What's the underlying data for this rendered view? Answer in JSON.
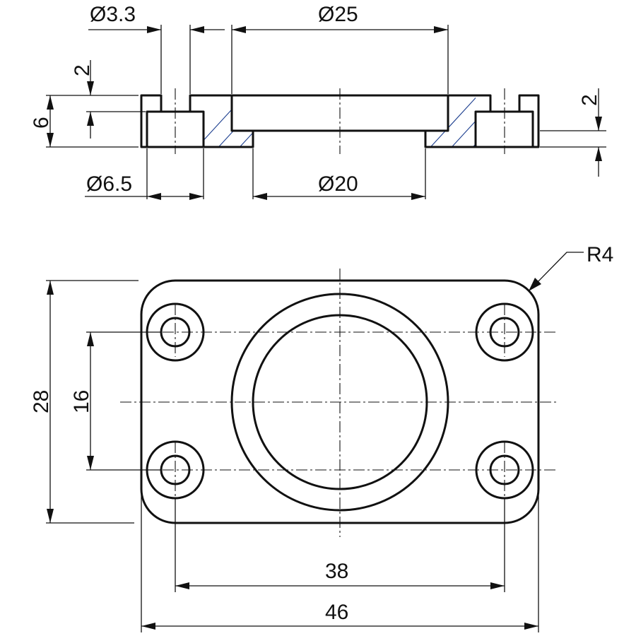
{
  "drawing": {
    "section_view": {
      "counterbore_hole_diameter": "Ø3.3",
      "counterbore_depth": "2",
      "plate_thickness": "6",
      "counterbore_diameter": "Ø6.5",
      "recess_diameter": "Ø25",
      "bore_diameter": "Ø20",
      "recess_depth": "2"
    },
    "plan_view": {
      "corner_radius": "R4",
      "plate_height": "28",
      "hole_spacing_vertical": "16",
      "hole_spacing_horizontal": "38",
      "plate_width": "46"
    }
  }
}
